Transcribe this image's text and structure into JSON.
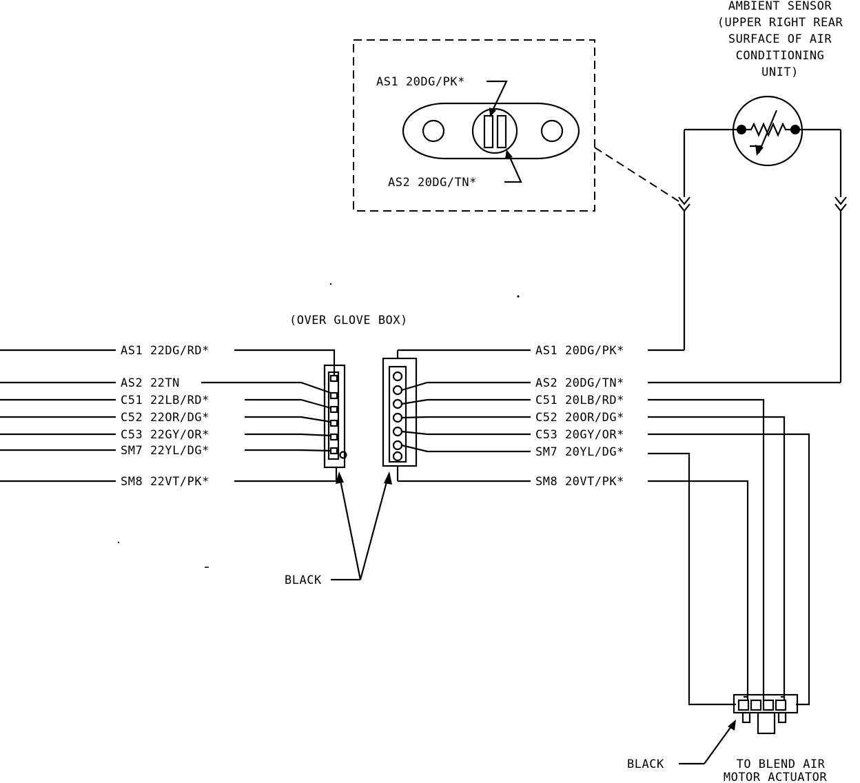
{
  "ambient_sensor": {
    "lines": [
      "AMBIENT SENSOR",
      "(UPPER RIGHT REAR",
      "SURFACE OF AIR",
      "CONDITIONING",
      "UNIT)"
    ]
  },
  "detail_view": {
    "as1_label": "AS1 20DG/PK*",
    "as2_label": "AS2 20DG/TN*"
  },
  "connector_location": "(OVER GLOVE BOX)",
  "left_wires": [
    {
      "label": "AS1 22DG/RD*"
    },
    {
      "label": "AS2 22TN"
    },
    {
      "label": "C51 22LB/RD*"
    },
    {
      "label": "C52 22OR/DG*"
    },
    {
      "label": "C53 22GY/OR*"
    },
    {
      "label": "SM7 22YL/DG*"
    },
    {
      "label": "SM8 22VT/PK*"
    }
  ],
  "right_wires": [
    {
      "label": "AS1 20DG/PK*"
    },
    {
      "label": "AS2 20DG/TN*"
    },
    {
      "label": "C51 20LB/RD*"
    },
    {
      "label": "C52 20OR/DG*"
    },
    {
      "label": "C53 20GY/OR*"
    },
    {
      "label": "SM7 20YL/DG*"
    },
    {
      "label": "SM8 20VT/PK*"
    }
  ],
  "connector_color_label": "BLACK",
  "actuator_connector_color_label": "BLACK",
  "actuator": {
    "lines": [
      "TO BLEND AIR",
      "MOTOR ACTUATOR"
    ]
  }
}
